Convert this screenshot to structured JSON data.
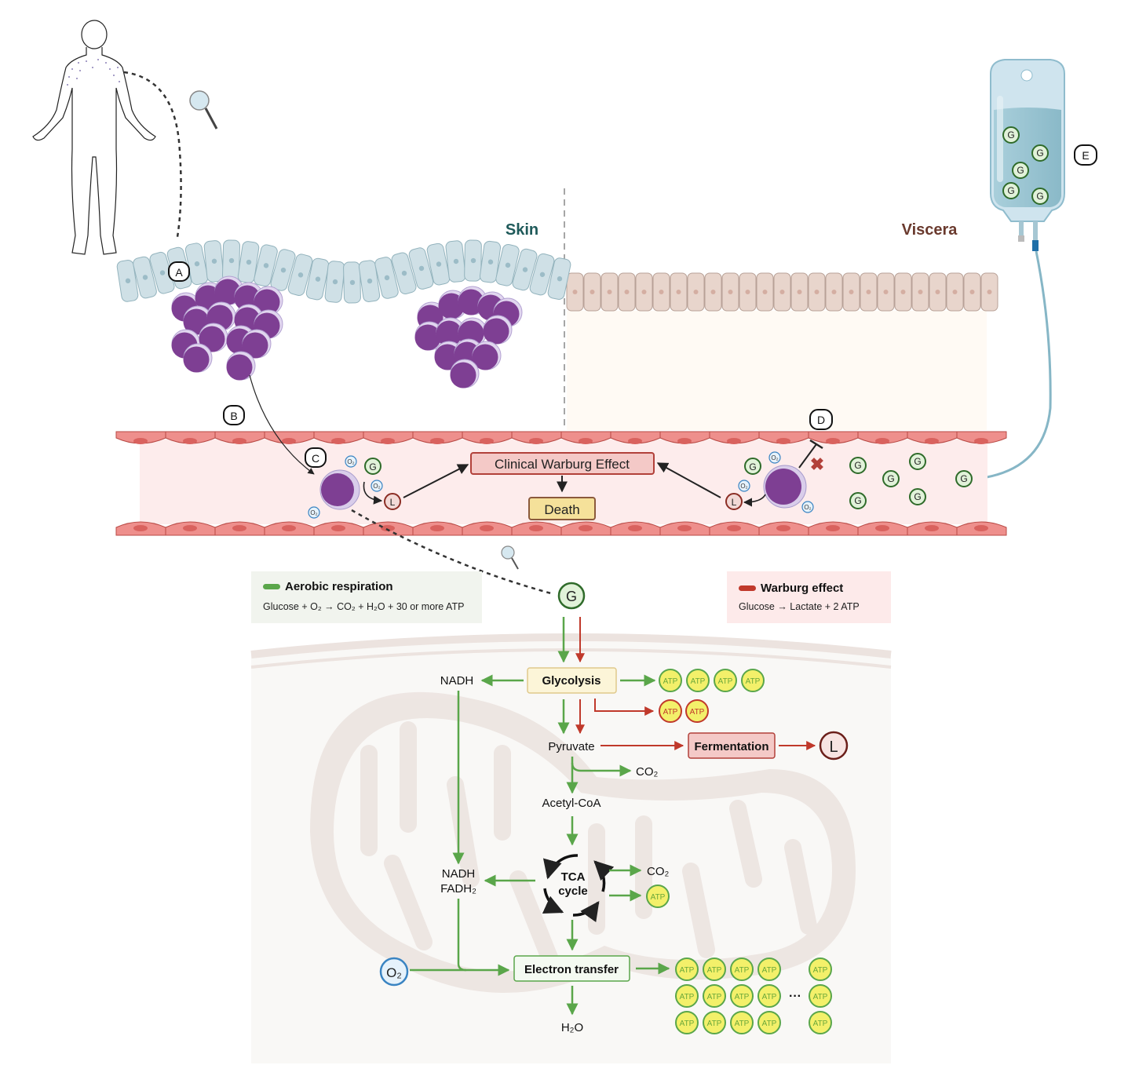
{
  "title": "Clinical Warburg Effect in skin lymphoma with visceral involvement",
  "regions": {
    "skin_label": "Skin",
    "viscera_label": "Viscera"
  },
  "markers": {
    "A": "A",
    "B": "B",
    "C": "C",
    "D": "D",
    "E": "E"
  },
  "vessel": {
    "warburg_box": "Clinical Warburg Effect",
    "death_box": "Death",
    "glucose_symbol": "G",
    "lactate_symbol": "L",
    "oxygen_symbol": "O₂"
  },
  "iv_bag": {
    "glucose_count": 5,
    "glucose_symbol": "G"
  },
  "legend": {
    "aerobic": {
      "title": "Aerobic respiration",
      "equation": "Glucose + O₂ → CO₂ + H₂O + 30 or more ATP",
      "color": "#5aa64a"
    },
    "warburg": {
      "title": "Warburg effect",
      "equation": "Glucose → Lactate + 2 ATP",
      "color": "#c0392b"
    }
  },
  "pathway": {
    "glucose": "G",
    "glycolysis": "Glycolysis",
    "nadh_top": "NADH",
    "pyruvate": "Pyruvate",
    "fermentation": "Fermentation",
    "lactate": "L",
    "co2_a": "CO₂",
    "acetyl_coa": "Acetyl-CoA",
    "tca_line1": "TCA",
    "tca_line2": "cycle",
    "nadh_bottom": "NADH",
    "fadh2": "FADH₂",
    "co2_b": "CO₂",
    "oxygen": "O₂",
    "electron_transfer": "Electron transfer",
    "water": "H₂O",
    "atp": "ATP",
    "ellipsis": "···",
    "glycolysis_atp_aerobic_count": 4,
    "glycolysis_atp_warburg_count": 2,
    "tca_atp_count": 1,
    "etc_atp_rows": 3,
    "etc_atp_cols_shown": 5
  },
  "colors": {
    "aerobic_green": "#5aa64a",
    "warburg_red": "#c0392b",
    "tumor_purple": "#7e3f93",
    "skin_cells": "#cfe0e6",
    "viscera_cells": "#e8d5cc",
    "vessel_wall": "#ee8f8c",
    "vessel_lumen": "#fdeceb"
  }
}
